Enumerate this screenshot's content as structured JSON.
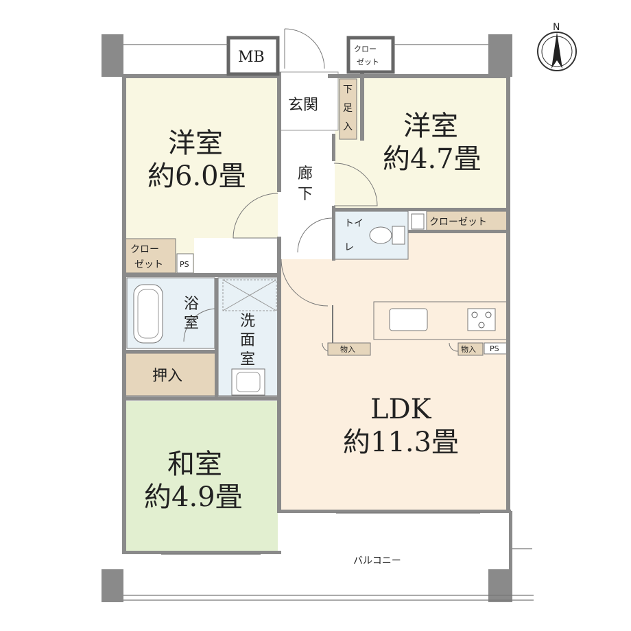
{
  "rooms": {
    "western1": {
      "name": "洋室",
      "size": "約6.0畳",
      "color": "#f9f7e2"
    },
    "western2": {
      "name": "洋室",
      "size": "約4.7畳",
      "color": "#f9f7e2"
    },
    "ldk": {
      "name": "LDK",
      "size": "約11.3畳",
      "color": "#fcefdf"
    },
    "washitsu": {
      "name": "和室",
      "size": "約4.9畳",
      "color": "#e2efd0"
    }
  },
  "labels": {
    "entrance": "玄関",
    "corridor_1": "廊",
    "corridor_2": "下",
    "shoebox_1": "下",
    "shoebox_2": "足",
    "shoebox_3": "入",
    "toilet_1": "トイ",
    "toilet_2": "レ",
    "bath_1": "浴",
    "bath_2": "室",
    "washroom_1": "洗",
    "washroom_2": "面",
    "washroom_3": "室",
    "oshiire": "押入",
    "closet_right": "クローゼット",
    "closet_top_1": "クロー",
    "closet_top_2": "ゼット",
    "closet_left_1": "クロー",
    "closet_left_2": "ゼット",
    "mb": "MB",
    "ps_left": "PS",
    "ps_right": "PS",
    "storage1": "物入",
    "storage2": "物入",
    "balcony": "バルコニー",
    "north": "N"
  },
  "colors": {
    "storage": "#e6d6bc",
    "wet": "#e8f1f6",
    "wall": "#8a8a8a",
    "white": "#ffffff"
  }
}
